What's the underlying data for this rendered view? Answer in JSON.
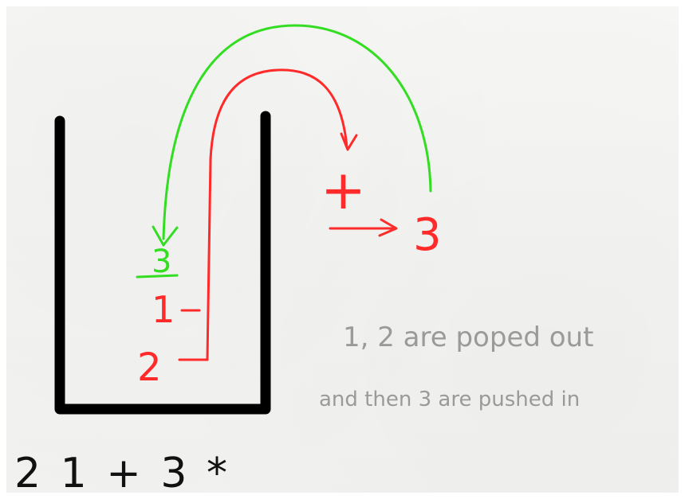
{
  "diagram": {
    "stack_items": {
      "bottom": "2",
      "middle": "1",
      "top": "3"
    },
    "operator": "+",
    "result": "3",
    "note_line1": "1, 2 are poped out",
    "note_line2": "and then 3 are pushed in",
    "expression": "2 1 + 3 *"
  },
  "colors": {
    "stack": "#000000",
    "pop_arrow": "#ff2a2a",
    "push_arrow": "#33dd22",
    "note_text": "#9a9a9a"
  }
}
